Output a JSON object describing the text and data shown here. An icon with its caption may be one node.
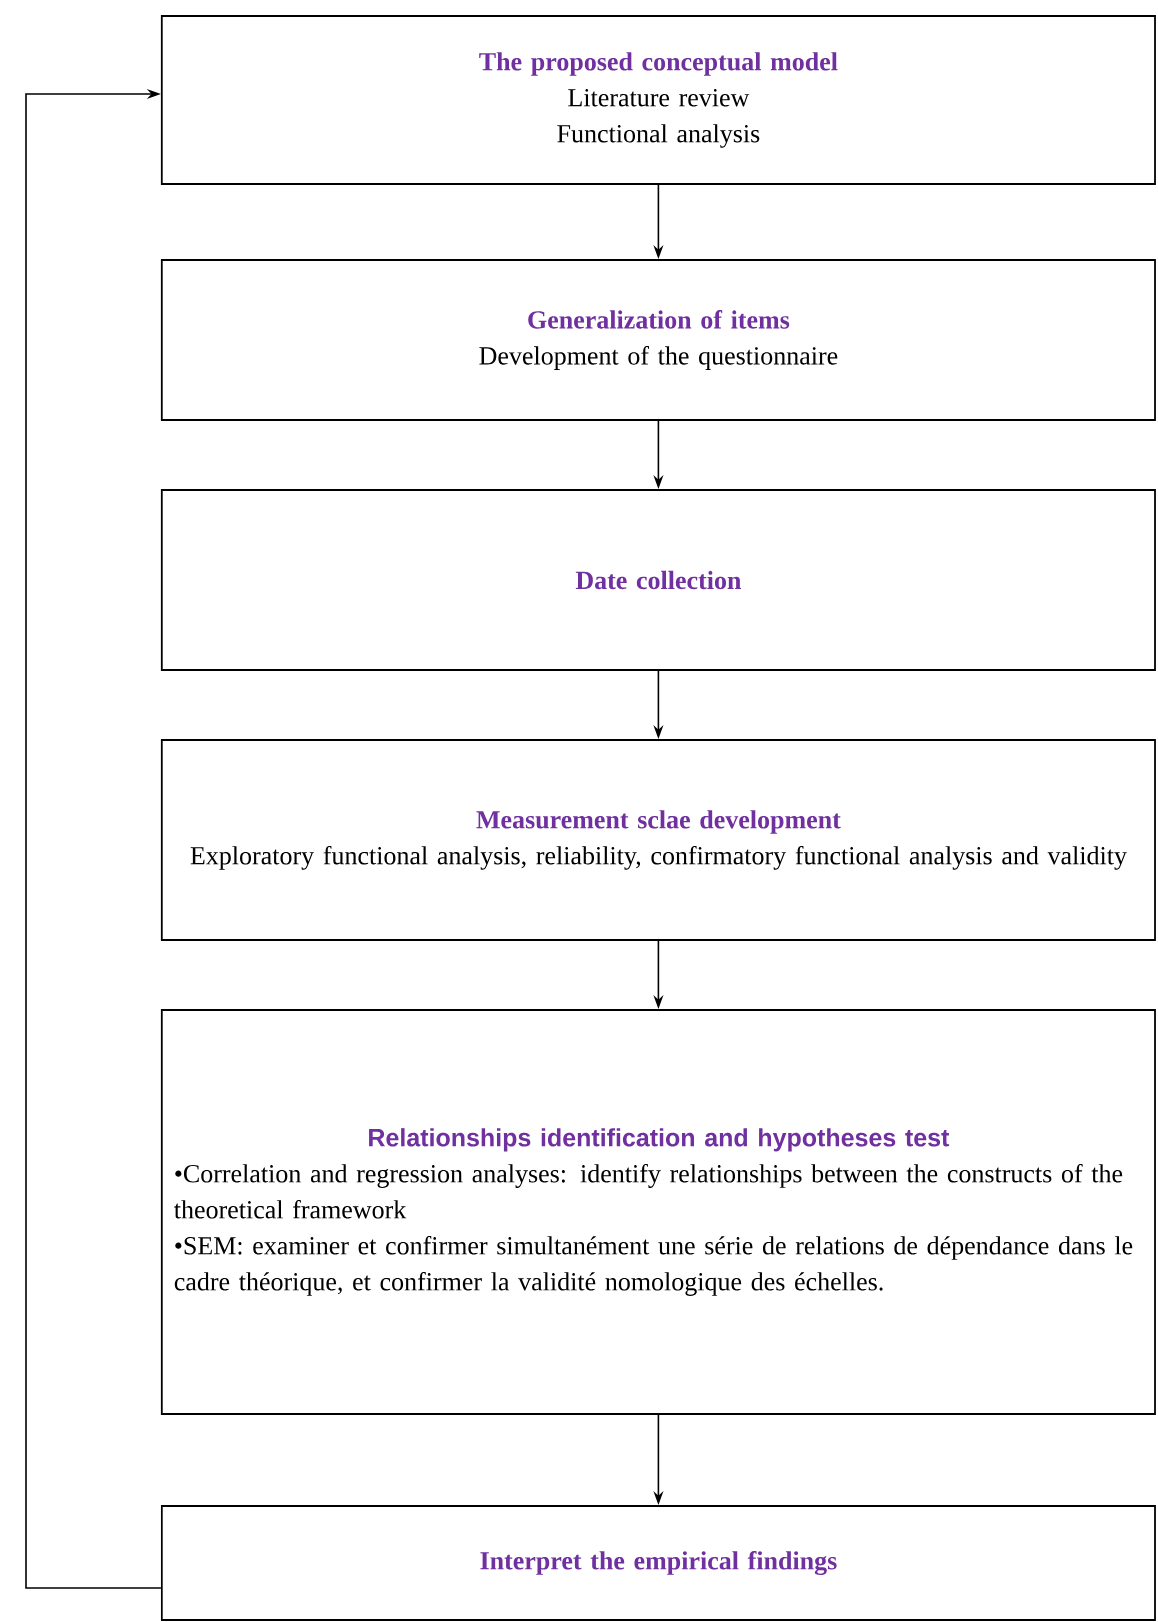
{
  "diagram": {
    "nodes": [
      {
        "text": [
          "The proposed conceptual model",
          "Literature review",
          "Functional analysis"
        ]
      },
      {
        "text": [
          "Generalization of items",
          "Development of the questionnaire"
        ]
      },
      {
        "text": [
          "Date collection"
        ]
      },
      {
        "text": [
          "Measurement sclae development",
          "Exploratory functional analysis, reliability, confirmatory functional analysis and validity"
        ]
      },
      {
        "text": [
          "Relationships identification and hypotheses test",
          "•Correlation and regression analyses: identify relationships between the constructs of the theoretical framework",
          "•SEM: examiner et confirmer simultanément une série de relations de dépendance dans le cadre théorique, et confirmer la validité nomologique des échelles."
        ]
      },
      {
        "text": [
          "Interpret the empirical findings"
        ]
      }
    ],
    "edges": [
      {
        "from": 0,
        "to": 1,
        "arrow": "to"
      },
      {
        "from": 1,
        "to": 2,
        "arrow": "to"
      },
      {
        "from": 2,
        "to": 3,
        "arrow": "to"
      },
      {
        "from": 3,
        "to": 4,
        "arrow": "to"
      },
      {
        "from": 4,
        "to": 5,
        "arrow": "to"
      },
      {
        "from": 5,
        "to": 0,
        "arrow": "to"
      }
    ]
  }
}
